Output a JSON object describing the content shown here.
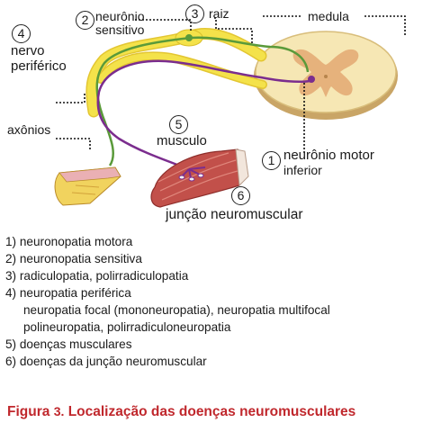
{
  "labels": {
    "n1": "1",
    "n2": "2",
    "n3": "3",
    "n4": "4",
    "n5": "5",
    "n6": "6",
    "neuronio_sensitivo_1": "neurônio",
    "neuronio_sensitivo_2": "sensitivo",
    "raiz": "raiz",
    "medula": "medula",
    "nervo_periferico_1": "nervo",
    "nervo_periferico_2": "periférico",
    "axonios": "axônios",
    "musculo": "musculo",
    "neuronio_motor_1": "neurônio motor",
    "neuronio_motor_2": "inferior",
    "juncao": "junção neuromuscular"
  },
  "legend": [
    "1) neuronopatia motora",
    "2) neuronopatia sensitiva",
    "3) radiculopatia, polirradiculopatia",
    "4) neuropatia periférica",
    "neuropatia focal (mononeuropatia), neuropatia multifocal",
    "polineuropatia, polirradiculoneuropatia",
    "5) doenças musculares",
    "6) doenças da junção neuromuscular"
  ],
  "caption": {
    "prefix": "Figura",
    "number": "3.",
    "title": "Localização das doenças neuromusculares"
  },
  "colors": {
    "nerve_yellow": "#f4e24a",
    "sensory_green": "#5a9a3a",
    "motor_purple": "#7b2d8e",
    "cord_outer": "#f6e7b4",
    "cord_gray": "#e6b27c",
    "muscle_red": "#c2504a",
    "caption_red": "#c0282d"
  }
}
